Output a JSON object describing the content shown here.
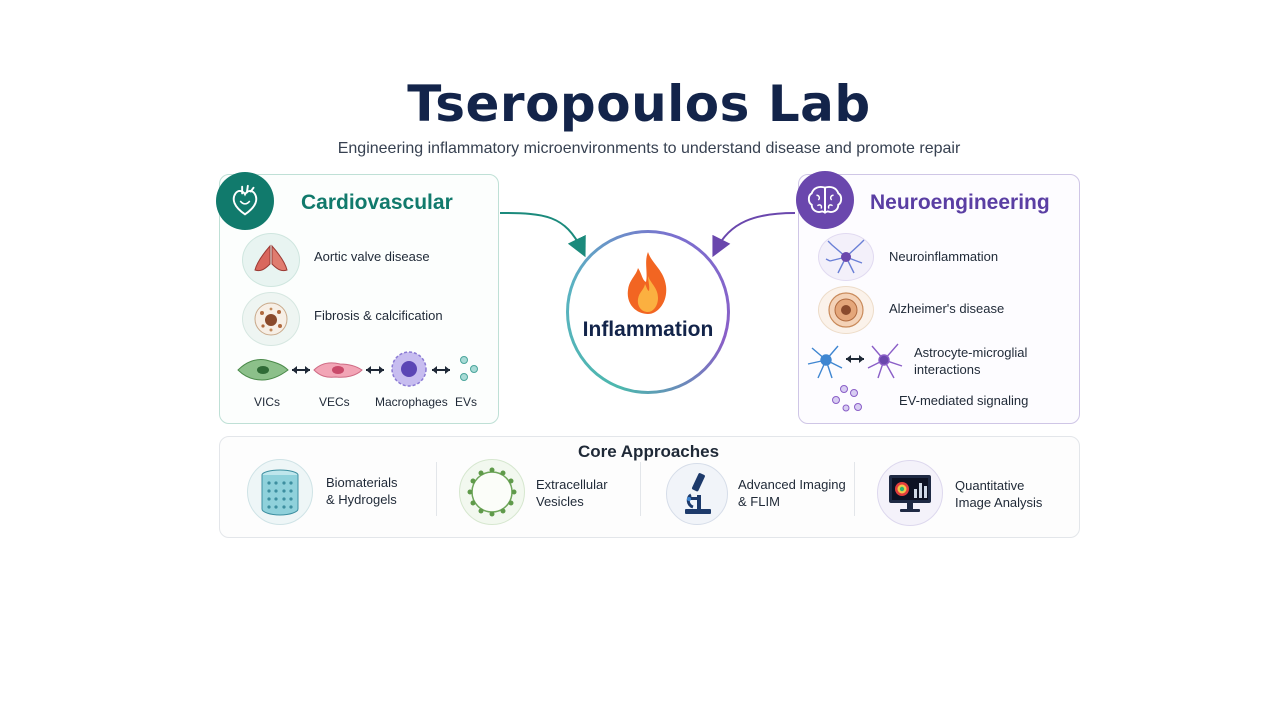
{
  "header": {
    "title": "Tseropoulos Lab",
    "subtitle": "Engineering inflammatory microenvironments to understand disease and promote repair"
  },
  "cardiovascular": {
    "title": "Cardiovascular",
    "items": [
      "Aortic valve disease",
      "Fibrosis & calcification"
    ],
    "cells": [
      "VICs",
      "VECs",
      "Macrophages",
      "EVs"
    ]
  },
  "center": {
    "label": "Inflammation"
  },
  "neuroengineering": {
    "title": "Neuroengineering",
    "items": [
      "Neuroinflammation",
      "Alzheimer's disease"
    ],
    "interaction": [
      "Astrocyte-microglial",
      "interactions"
    ],
    "ev": "EV-mediated signaling"
  },
  "core": {
    "title": "Core Approaches",
    "items": [
      {
        "line1": "Biomaterials",
        "line2": "& Hydrogels"
      },
      {
        "line1": "Extracellular",
        "line2": "Vesicles"
      },
      {
        "line1": "Advanced Imaging",
        "line2": "& FLIM"
      },
      {
        "line1": "Quantitative",
        "line2": "Image Analysis"
      }
    ]
  },
  "colors": {
    "cardio_accent": "#117a6c",
    "neuro_accent": "#6a47ad",
    "title_navy": "#13244a",
    "flame": "#f26522"
  },
  "icons": [
    "heart-icon",
    "brain-icon",
    "flame-icon",
    "valve-icon",
    "fibrosis-cell-icon",
    "vic-cell-icon",
    "vec-cell-icon",
    "macrophage-icon",
    "ev-icon",
    "neuron-icon",
    "alzheimer-cell-icon",
    "astrocyte-icon",
    "microglia-icon",
    "hydrogel-icon",
    "vesicle-icon",
    "microscope-icon",
    "monitor-icon"
  ]
}
